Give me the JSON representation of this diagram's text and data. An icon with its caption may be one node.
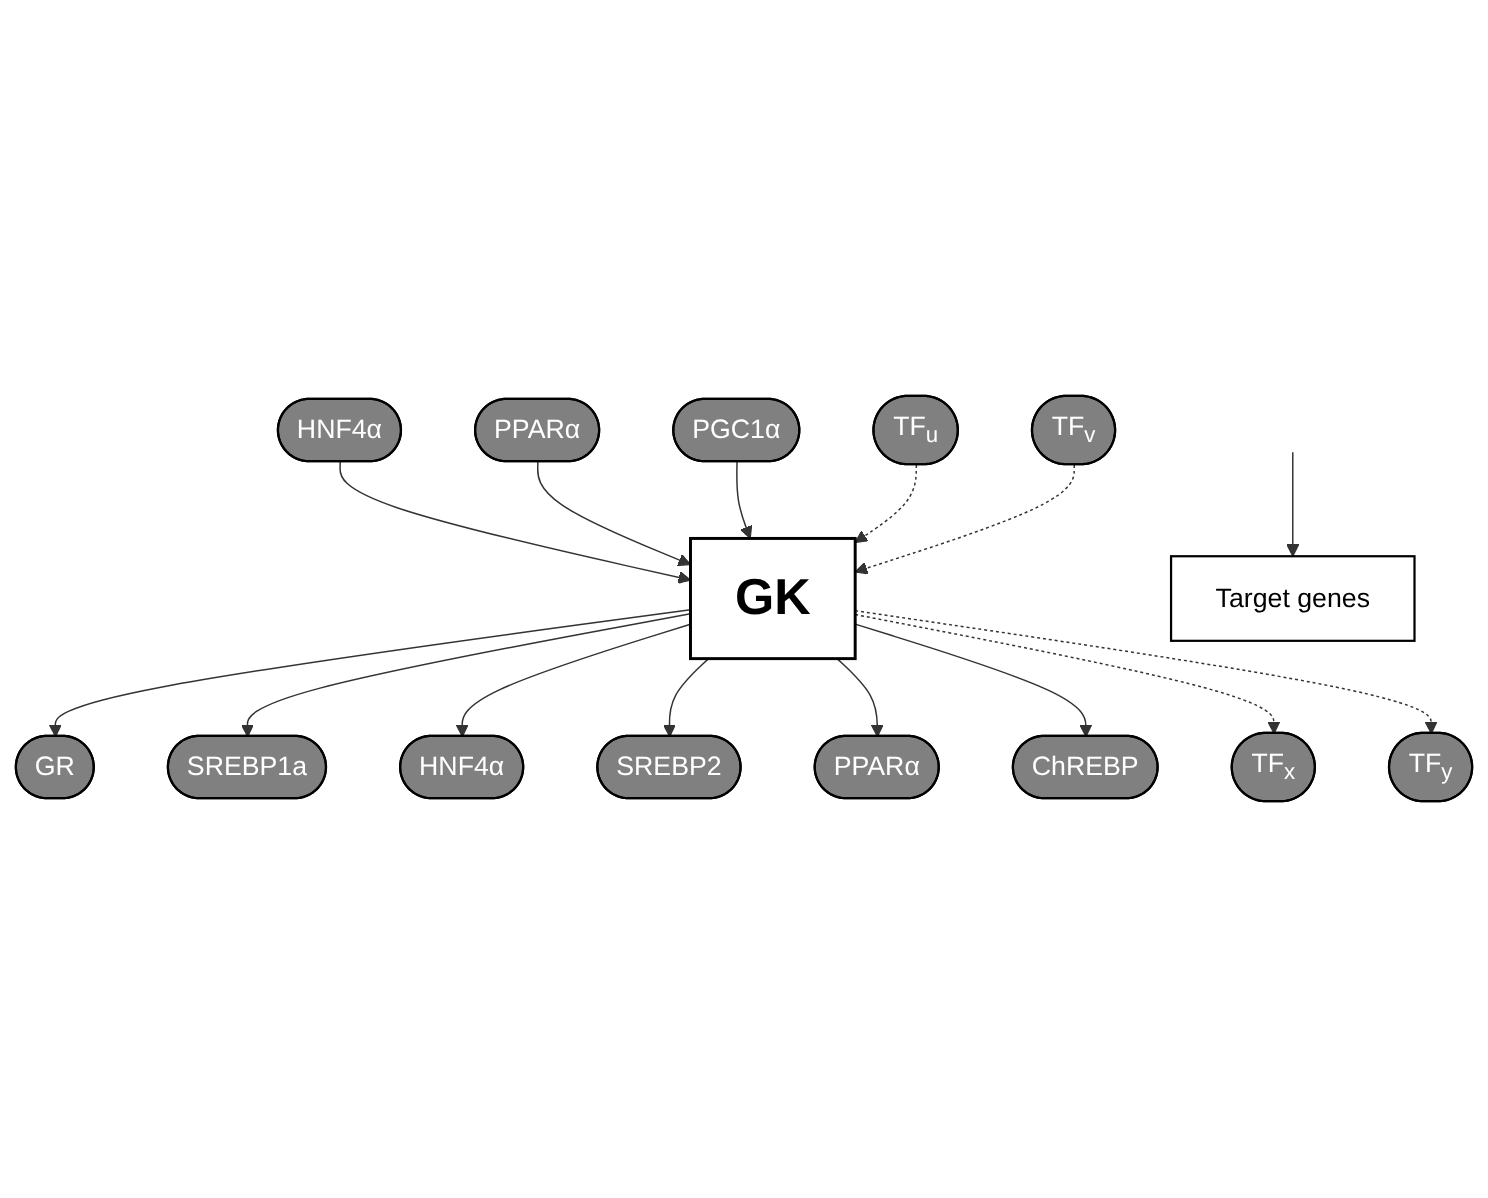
{
  "diagram": {
    "nodes": [
      {
        "text": [
          "HNF4α"
        ]
      },
      {
        "text": [
          "PPARα"
        ]
      },
      {
        "text": [
          "PGC1α"
        ]
      },
      {
        "text": [
          "TF$_{u}$"
        ]
      },
      {
        "text": [
          "TF$_{v}$"
        ]
      },
      {
        "text": [
          "GK"
        ]
      },
      {
        "text": [
          "GR"
        ]
      },
      {
        "text": [
          "HNF4α"
        ]
      },
      {
        "text": [
          "PPARα"
        ]
      },
      {
        "text": [
          "TF$_{x}$"
        ]
      },
      {
        "text": [
          "SREBP1a"
        ]
      },
      {
        "text": [
          "SREBP2"
        ]
      },
      {
        "text": [
          "ChREBP"
        ]
      },
      {
        "text": [
          "TF$_{y}$"
        ]
      },
      {
        "text": [
          "Target genes"
        ]
      }
    ],
    "edges": [
      {
        "from": 0,
        "to": 5,
        "arrow": "to"
      },
      {
        "from": 1,
        "to": 5,
        "arrow": "to"
      },
      {
        "from": 2,
        "to": 5,
        "arrow": "to"
      },
      {
        "from": 3,
        "to": 5,
        "arrow": "to",
        "style": "dashed"
      },
      {
        "from": 4,
        "to": 5,
        "arrow": "to",
        "style": "dashed"
      },
      {
        "from": 5,
        "to": 6,
        "arrow": "to"
      },
      {
        "from": 5,
        "to": 10,
        "arrow": "to"
      },
      {
        "from": 5,
        "to": 7,
        "arrow": "to"
      },
      {
        "from": 5,
        "to": 11,
        "arrow": "to"
      },
      {
        "from": 5,
        "to": 8,
        "arrow": "to"
      },
      {
        "from": 5,
        "to": 12,
        "arrow": "to"
      },
      {
        "from": 5,
        "to": 9,
        "arrow": "to",
        "style": "dashed"
      },
      {
        "from": 5,
        "to": 13,
        "arrow": "to",
        "style": "dashed"
      },
      {
        "from": null,
        "to": 14,
        "arrow": "to"
      }
    ]
  }
}
